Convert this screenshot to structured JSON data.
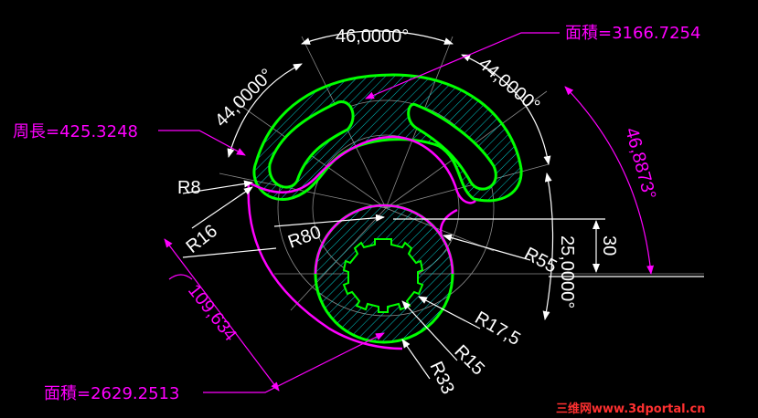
{
  "colors": {
    "background": "#000000",
    "white": "#ffffff",
    "magenta": "#ff00ff",
    "green": "#00ff00",
    "cyan": "#00cccc",
    "construction": "#8a8a8a",
    "watermark": "#ff3030"
  },
  "dimensions": {
    "angle_top": "46,0000°",
    "angle_left": "44,0000°",
    "angle_right": "44,0000°",
    "angle_outer": "46,8873°",
    "angle_vertical": "25,0000°",
    "r8": "R8",
    "r16": "R16",
    "r80": "R80",
    "r55": "R55",
    "r17_5": "R17,5",
    "r15": "R15",
    "r33": "R33",
    "len_30": "30",
    "len_109": "109,634"
  },
  "annotations": {
    "area_top": "面積=3166.7254",
    "perimeter": "周長=425.3248",
    "area_bottom": "面積=2629.2513"
  },
  "watermark": {
    "text": "三维网www.3dportal.cn"
  }
}
